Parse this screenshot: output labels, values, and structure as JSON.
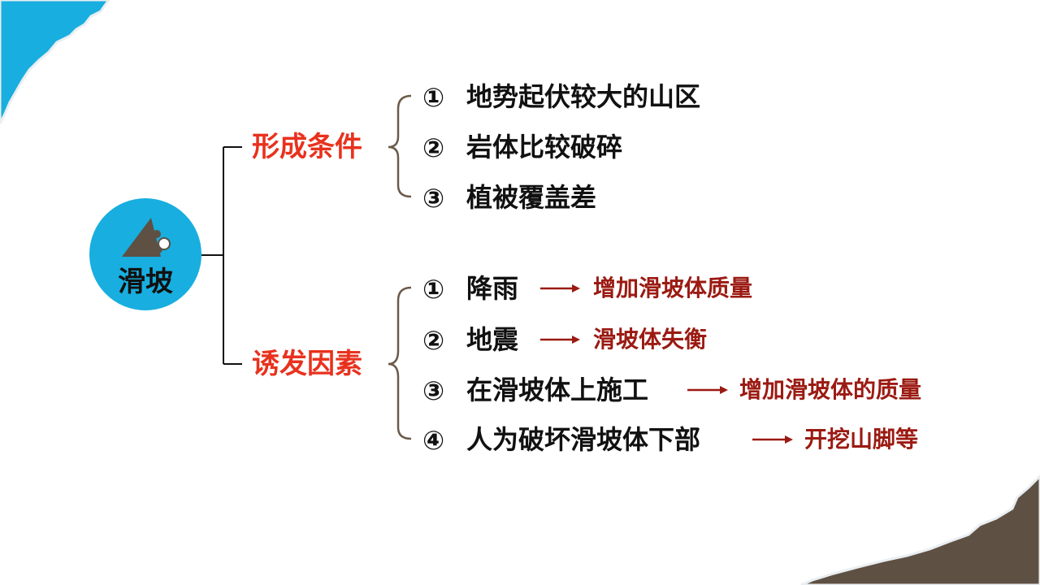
{
  "center": {
    "label": "滑坡",
    "icon": "landslide-icon"
  },
  "formation": {
    "title": "形成条件",
    "items": [
      {
        "num": "①",
        "text": "地势起伏较大的山区"
      },
      {
        "num": "②",
        "text": "岩体比较破碎"
      },
      {
        "num": "③",
        "text": "植被覆盖差"
      }
    ]
  },
  "triggers": {
    "title": "诱发因素",
    "items": [
      {
        "num": "①",
        "text": "降雨",
        "result": "增加滑坡体质量"
      },
      {
        "num": "②",
        "text": "地震",
        "result": "滑坡体失衡"
      },
      {
        "num": "③",
        "text": "在滑坡体上施工",
        "result": "增加滑坡体的质量"
      },
      {
        "num": "④",
        "text": "人为破坏滑坡体下部",
        "result": "开挖山脚等"
      }
    ]
  },
  "colors": {
    "accent_blue": "#18aedf",
    "earth_brown": "#5e5043",
    "category_red": "#e8321e",
    "result_red": "#9b1a12",
    "bracket_brown": "#6b5a4a"
  }
}
